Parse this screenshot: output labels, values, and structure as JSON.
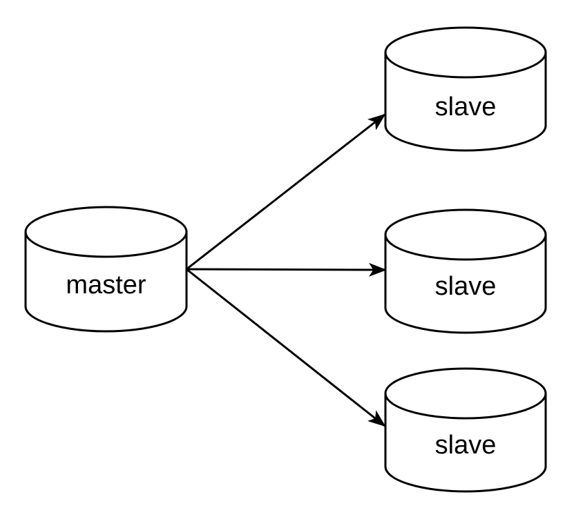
{
  "diagram": {
    "description": "master-slave database replication diagram",
    "colors": {
      "background": "#ffffff",
      "stroke": "#000000",
      "shape_fill": "#ffffff",
      "label": "#000000"
    },
    "nodes": [
      {
        "id": "master",
        "label": "master",
        "shape": "database-cylinder"
      },
      {
        "id": "slave-top",
        "label": "slave",
        "shape": "database-cylinder"
      },
      {
        "id": "slave-middle",
        "label": "slave",
        "shape": "database-cylinder"
      },
      {
        "id": "slave-bottom",
        "label": "slave",
        "shape": "database-cylinder"
      }
    ],
    "edges": [
      {
        "from": "master",
        "to": "slave-top",
        "style": "arrow"
      },
      {
        "from": "master",
        "to": "slave-middle",
        "style": "arrow"
      },
      {
        "from": "master",
        "to": "slave-bottom",
        "style": "arrow"
      }
    ]
  }
}
